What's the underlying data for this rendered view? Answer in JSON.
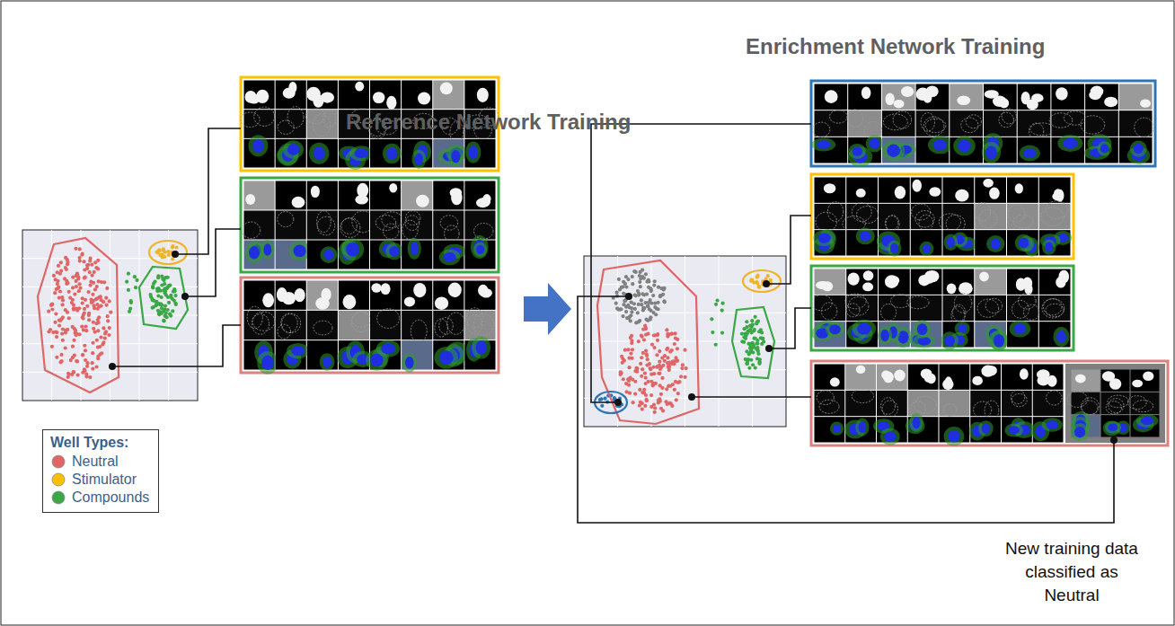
{
  "diagram": {
    "nodes": [
      {
        "text": [
          "Well Types:"
        ]
      }
    ],
    "labels": [
      "Reference Network Training",
      "Enrichment Network Training",
      "New training data classified as Neutral"
    ],
    "legend": [
      {
        "text": "Neutral",
        "color": "#e06666"
      },
      {
        "text": "Stimulator",
        "color": "#ffc000"
      },
      {
        "text": "Compounds",
        "color": "#3aa845"
      }
    ]
  }
}
